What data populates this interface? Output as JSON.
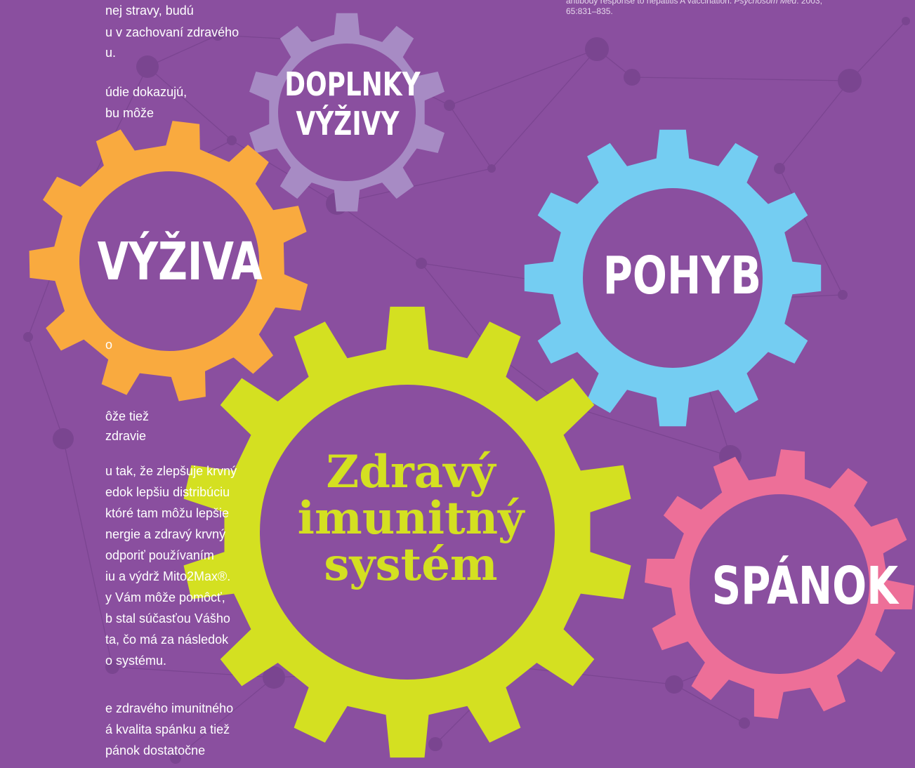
{
  "article": {
    "top_lines": [
      "nej stravy, budú",
      "u v zachovaní zdravého",
      "u."
    ],
    "para2_lines": [
      "údie dokazujú,",
      "bu môže"
    ],
    "stray": "o",
    "para3_lines": [
      "ôže tiež",
      "zdravie",
      "u tak, že zlepšuje krvný",
      "edok lepšiu distribúciu",
      "któré tam môžu lepšie",
      "nergie a zdravý krvný",
      "odporiť používaním",
      "iu a výdrž Mito2Max®.",
      "y Vám môže pomôcť,",
      "b stal súčasťou Vášho",
      "ta, čo má za následok",
      "o systému."
    ],
    "para4_lines": [
      "e zdravého imunitného",
      "á kvalita spánku a tiež",
      "pánok dostatočne"
    ]
  },
  "reference": {
    "line1_prefix": "antibody response to hepatitis A vaccination. ",
    "line1_journal": "Psychosom Med",
    "line1_suffix": ". 2003;",
    "line2": "65:831–835."
  },
  "gears": {
    "doplnky": {
      "line1": "DOPLNKY",
      "line2": "VÝŽIVY",
      "color": "#a78bc4"
    },
    "vyziva": {
      "label": "VÝŽIVA",
      "color": "#f9aa3f"
    },
    "pohyb": {
      "label": "POHYB",
      "color": "#74cdf2"
    },
    "spanok": {
      "label": "SPÁNOK",
      "color": "#ed6f98"
    },
    "main": {
      "line1": "Zdravý",
      "line2": "imunitný",
      "line3": "systém",
      "color": "#d4e021"
    }
  },
  "colors": {
    "background": "#8a4f9f",
    "hole": "#8a4f9f",
    "network": "#7a4590"
  }
}
